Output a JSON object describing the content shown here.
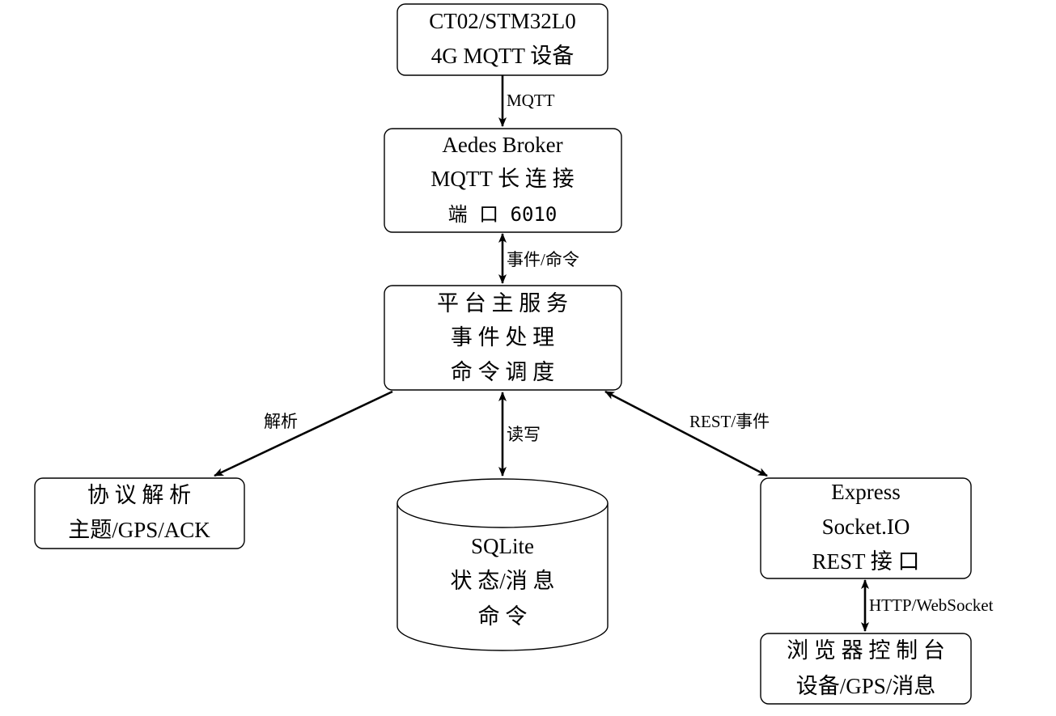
{
  "nodes": {
    "device": {
      "lines": [
        "CT02/STM32L0",
        "4G MQTT 设备"
      ]
    },
    "broker": {
      "lines": [
        "Aedes Broker",
        "MQTT 长 连 接",
        "端 口 6010"
      ]
    },
    "platform": {
      "lines": [
        "平 台 主 服 务",
        "事 件 处 理",
        "命 令 调 度"
      ]
    },
    "parser": {
      "lines": [
        "协 议 解 析",
        "主题/GPS/ACK"
      ]
    },
    "database": {
      "lines": [
        "SQLite",
        "状 态/消 息",
        "命 令"
      ]
    },
    "express": {
      "lines": [
        "Express",
        "Socket.IO",
        "REST 接 口"
      ]
    },
    "browser": {
      "lines": [
        "浏 览 器 控 制 台",
        "设备/GPS/消息"
      ]
    }
  },
  "edges": {
    "device_broker": {
      "label": "MQTT"
    },
    "broker_platform": {
      "label": "事件/命令"
    },
    "platform_parser": {
      "label": "解析"
    },
    "platform_database": {
      "label": "读写"
    },
    "platform_express": {
      "label": "REST/事件"
    },
    "express_browser": {
      "label": "HTTP/WebSocket"
    }
  }
}
